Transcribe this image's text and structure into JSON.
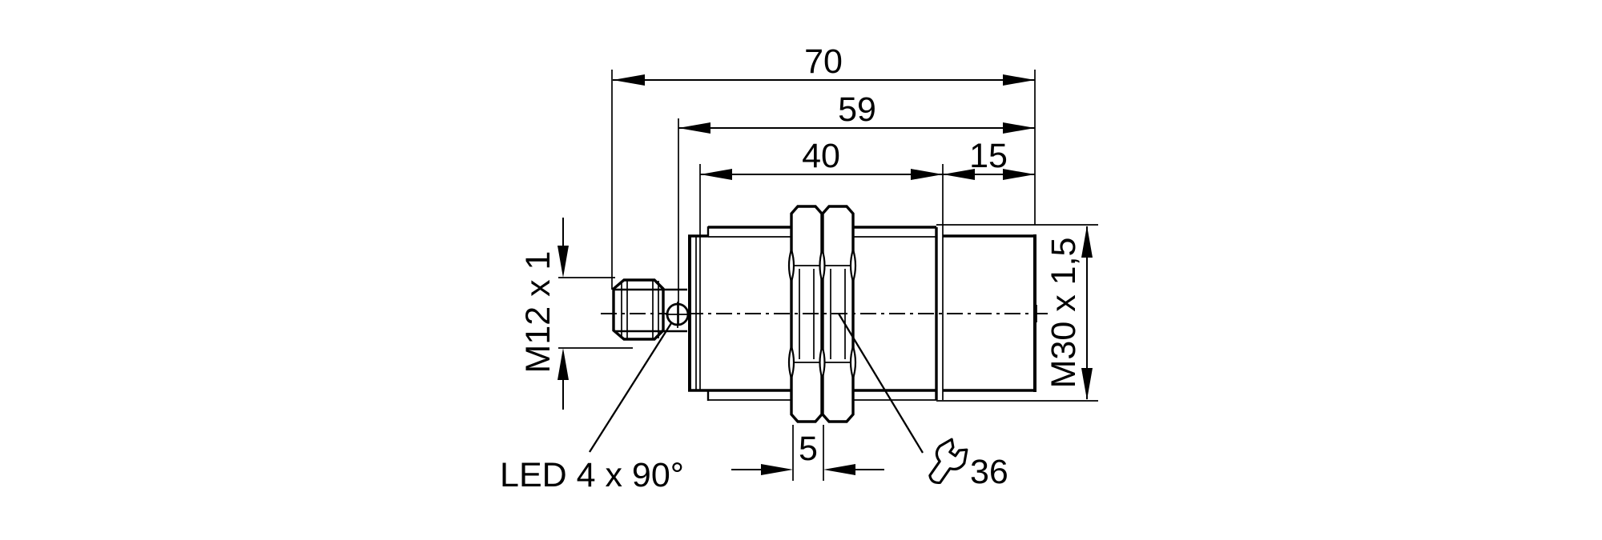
{
  "drawing": {
    "type": "technical-dimension-drawing",
    "subject": "cylindrical-threaded-sensor-side-view",
    "colors": {
      "line": "#000000",
      "background": "#ffffff"
    },
    "units_shown": false,
    "labels": {
      "overall_length": "70",
      "housing_length": "59",
      "thread_length": "40",
      "rear_length": "15",
      "nut_width": "5",
      "wrench_size": "36",
      "connector_thread": "M12 x 1",
      "housing_thread": "M30 x 1,5",
      "led_note": "LED 4 x 90°"
    }
  }
}
